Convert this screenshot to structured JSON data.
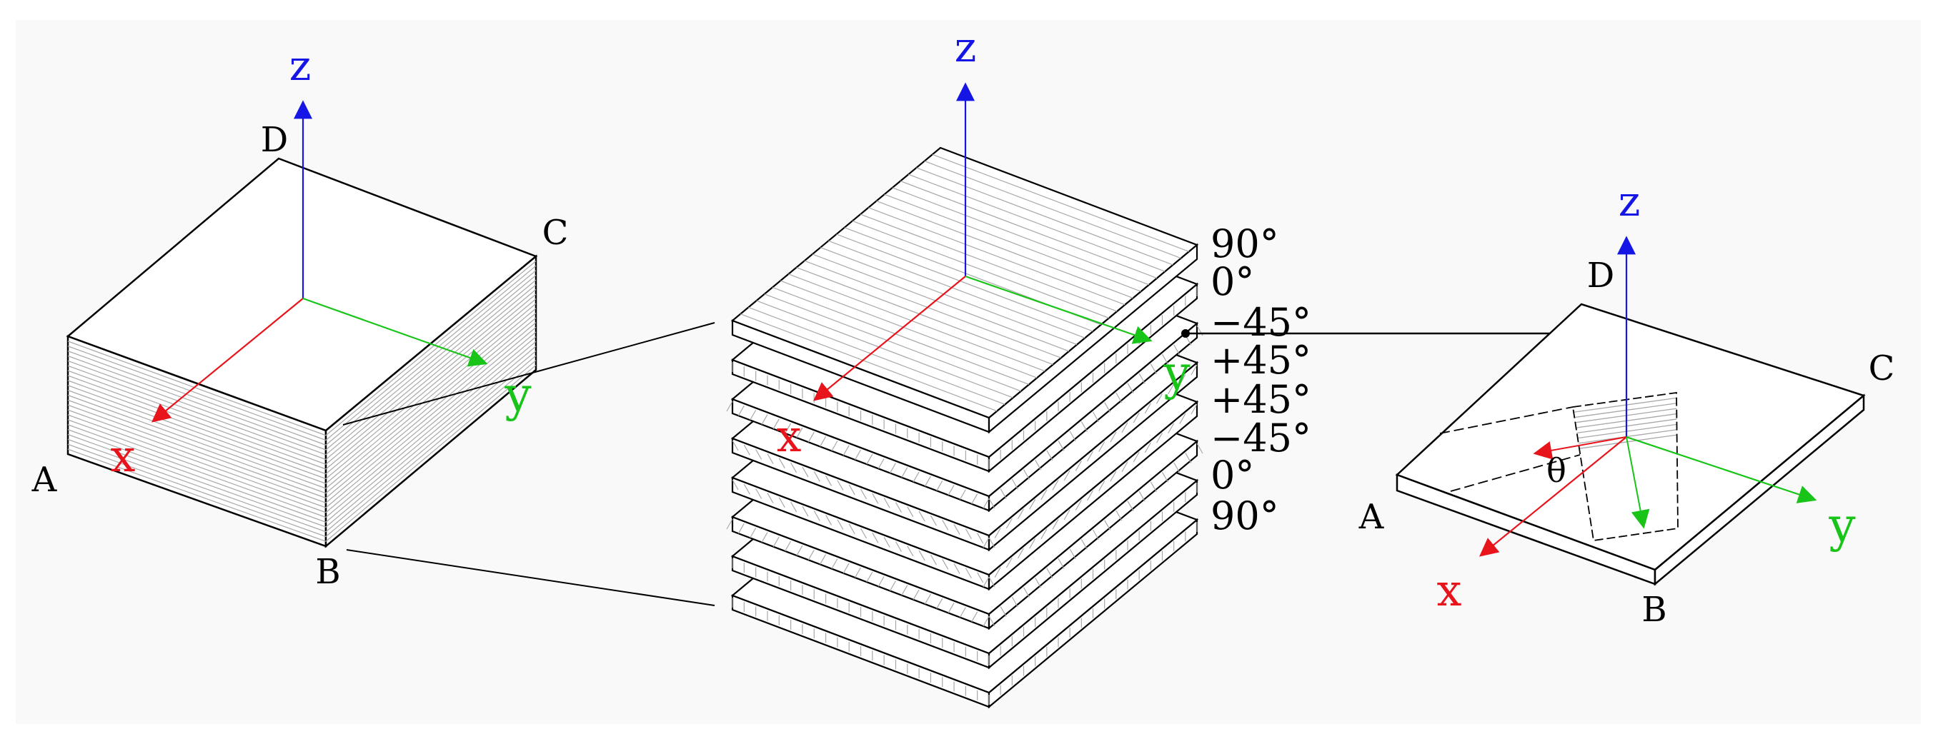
{
  "figure": {
    "background": "#f9f9f9",
    "colors": {
      "x_axis": "#e8141b",
      "y_axis": "#19c419",
      "z_axis": "#1515e6",
      "edge": "#000000",
      "hatch": "#a8a8a8"
    },
    "laminate_block": {
      "axes": {
        "x": "x",
        "y": "y",
        "z": "z"
      },
      "corners": {
        "a": "A",
        "b": "B",
        "c": "C",
        "d": "D"
      }
    },
    "exploded_stack": {
      "axes": {
        "x": "x",
        "y": "y",
        "z": "z"
      },
      "ply_angles": [
        "90°",
        "0°",
        "−45°",
        "+45°",
        "+45°",
        "−45°",
        "0°",
        "90°"
      ]
    },
    "single_ply": {
      "axes": {
        "x": "x",
        "y": "y",
        "z": "z"
      },
      "corners": {
        "a": "A",
        "b": "B",
        "c": "C",
        "d": "D"
      },
      "angle_symbol": "θ"
    }
  }
}
